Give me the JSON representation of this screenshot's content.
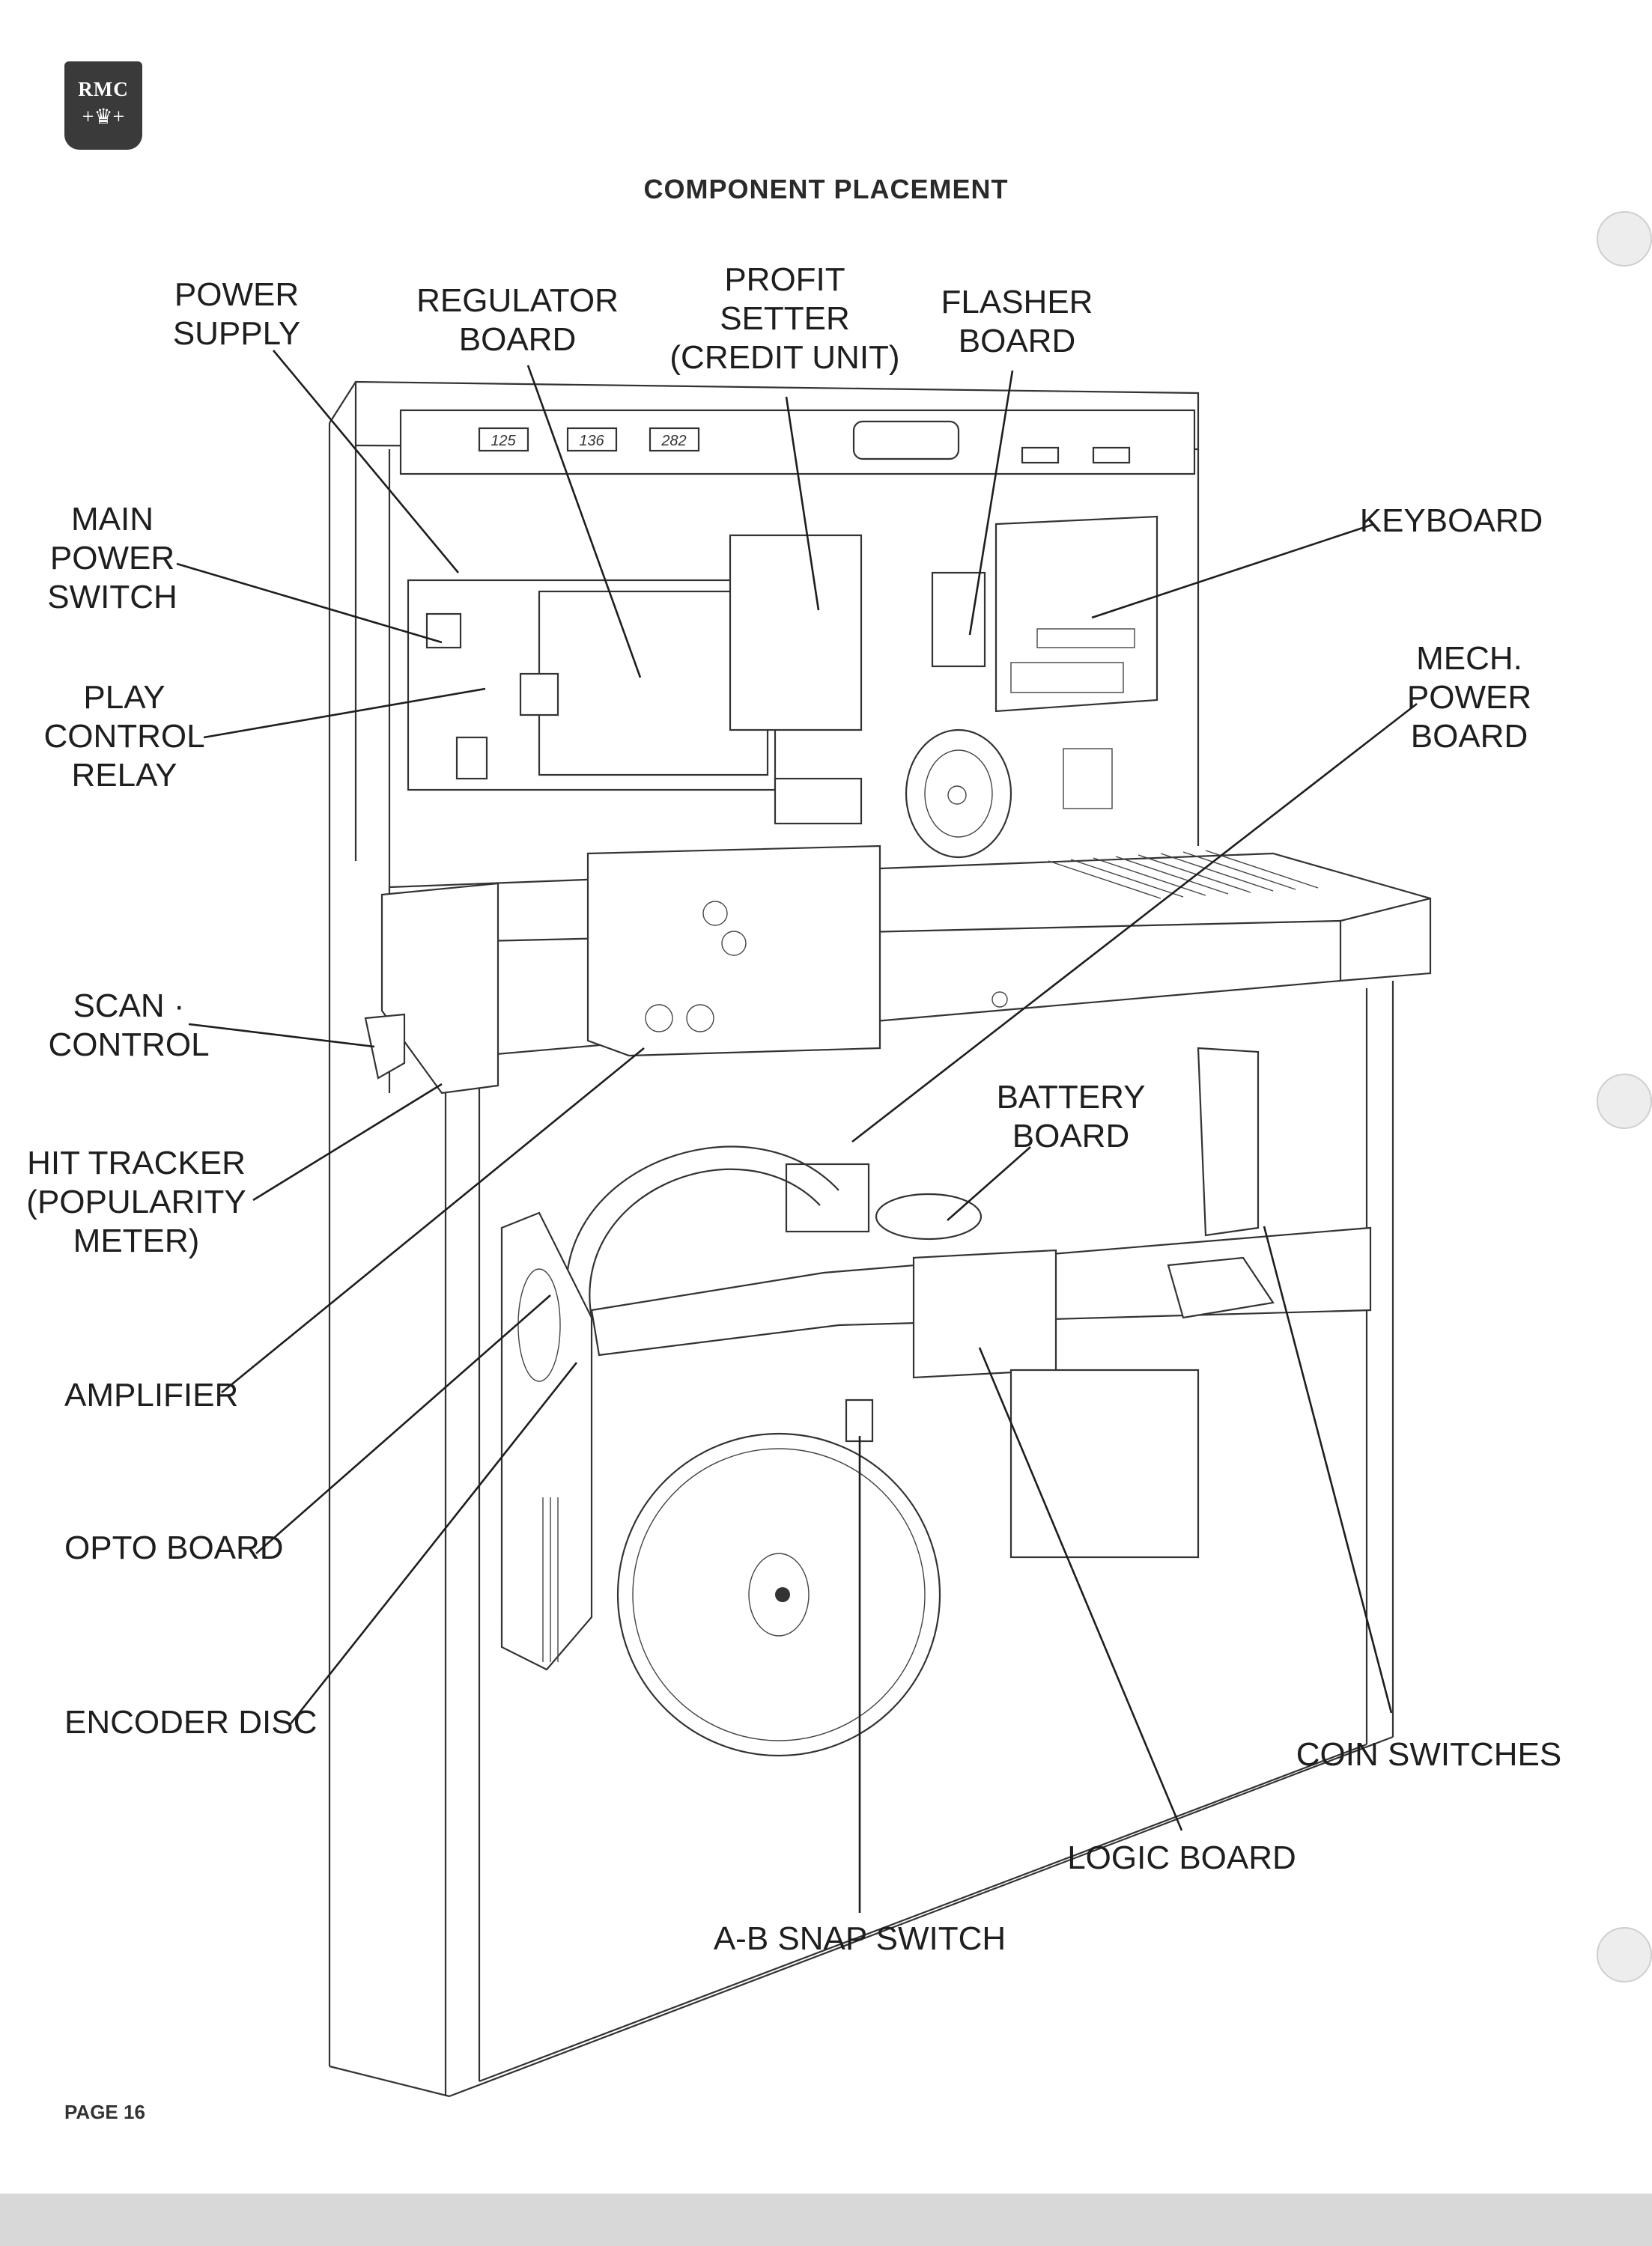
{
  "logo": {
    "text": "RMC",
    "crown": "+♛+"
  },
  "heading": "COMPONENT PLACEMENT",
  "counters": [
    "125",
    "136",
    "282"
  ],
  "labels": {
    "power_supply": [
      "POWER",
      "SUPPLY"
    ],
    "regulator_board": [
      "REGULATOR",
      "BOARD"
    ],
    "profit_setter": [
      "PROFIT",
      "SETTER",
      "(CREDIT UNIT)"
    ],
    "flasher_board": [
      "FLASHER",
      "BOARD"
    ],
    "keyboard": [
      "KEYBOARD"
    ],
    "main_power_switch": [
      "MAIN",
      "POWER",
      "SWITCH"
    ],
    "play_control_relay": [
      "PLAY",
      "CONTROL",
      "RELAY"
    ],
    "mech_power_board": [
      "MECH.",
      "POWER",
      "BOARD"
    ],
    "scan_control": [
      "SCAN ·",
      "CONTROL"
    ],
    "battery_board": [
      "BATTERY",
      "BOARD"
    ],
    "hit_tracker": [
      "HIT TRACKER",
      "(POPULARITY",
      "METER)"
    ],
    "amplifier": [
      "AMPLIFIER"
    ],
    "opto_board": [
      "OPTO BOARD"
    ],
    "encoder_disc": [
      "ENCODER DISC"
    ],
    "coin_switches": [
      "COIN SWITCHES"
    ],
    "logic_board": [
      "LOGIC BOARD"
    ],
    "ab_snap_switch": [
      "A-B SNAP SWITCH"
    ]
  },
  "footer": "PAGE 16"
}
